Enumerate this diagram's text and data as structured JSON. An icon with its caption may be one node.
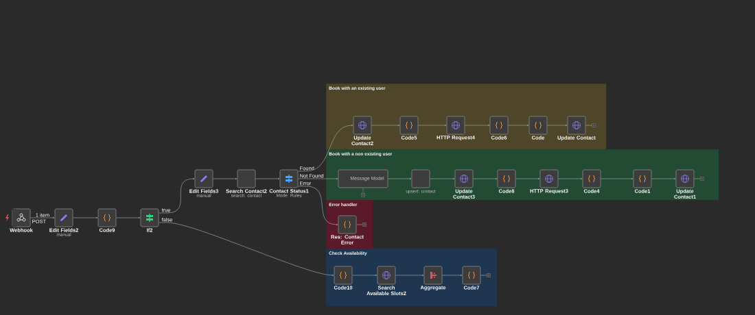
{
  "diagram": {
    "nodes": [
      {
        "text": [
          "Webhook"
        ]
      },
      {
        "text": [
          "Edit Fields2"
        ],
        "beside": [
          "manual"
        ]
      },
      {
        "text": [
          "Code9"
        ]
      },
      {
        "text": [
          "If2"
        ]
      },
      {
        "text": [
          "Edit Fields3"
        ],
        "beside": [
          "manual"
        ]
      },
      {
        "text": [
          "Search Contact2"
        ],
        "beside": [
          "search: contact"
        ]
      },
      {
        "text": [
          "Contact Status1"
        ],
        "beside": [
          "Mode: Rules"
        ]
      },
      {
        "text": [
          "Book with an existing user"
        ]
      },
      {
        "text": [
          "Update Contact2"
        ],
        "in": 7
      },
      {
        "text": [
          "Code5"
        ],
        "in": 7
      },
      {
        "text": [
          "HTTP Request4"
        ],
        "in": 7
      },
      {
        "text": [
          "Code6"
        ],
        "in": 7
      },
      {
        "text": [
          "Code"
        ],
        "in": 7
      },
      {
        "text": [
          "Update Contact"
        ],
        "in": 7
      },
      {
        "text": [
          "Book with a non existing user"
        ]
      },
      {
        "text": [
          "Message Model"
        ],
        "in": 14
      },
      {
        "text": [],
        "shape": "box",
        "beside": [
          "upsert: contact"
        ],
        "in": 14
      },
      {
        "text": [
          "Update Contact3"
        ],
        "in": 14
      },
      {
        "text": [
          "Code8"
        ],
        "in": 14
      },
      {
        "text": [
          "HTTP Request3"
        ],
        "in": 14
      },
      {
        "text": [
          "Code4"
        ],
        "in": 14
      },
      {
        "text": [
          "Code1"
        ],
        "in": 14
      },
      {
        "text": [
          "Update Contact1"
        ],
        "in": 14
      },
      {
        "text": [
          "Error handler"
        ]
      },
      {
        "text": [
          "Res: Contact Error"
        ],
        "in": 23
      },
      {
        "text": [
          "Check Availability"
        ]
      },
      {
        "text": [
          "Code10"
        ],
        "in": 25
      },
      {
        "text": [
          "Search Available Slots2"
        ],
        "in": 25
      },
      {
        "text": [
          "Aggregate"
        ],
        "in": 25
      },
      {
        "text": [
          "Code7"
        ],
        "in": 25
      }
    ],
    "edges": [
      {
        "from": 0,
        "to": 1,
        "arrow": "to",
        "label": "1 item"
      },
      {
        "from": 1,
        "to": 2,
        "arrow": "to"
      },
      {
        "from": 2,
        "to": 3,
        "arrow": "to"
      },
      {
        "from": 3,
        "to": 4,
        "arrow": "to"
      },
      {
        "from": 3,
        "to": 26,
        "arrow": "to"
      },
      {
        "from": 4,
        "to": 5,
        "arrow": "to"
      },
      {
        "from": 5,
        "to": 6,
        "arrow": "to"
      },
      {
        "from": 6,
        "to": 8,
        "arrow": "to"
      },
      {
        "from": 6,
        "to": 15,
        "arrow": "to"
      },
      {
        "from": 6,
        "to": 24,
        "arrow": "to"
      },
      {
        "from": 8,
        "to": 9,
        "arrow": "to"
      },
      {
        "from": 9,
        "to": 10,
        "arrow": "to"
      },
      {
        "from": 10,
        "to": 11,
        "arrow": "to"
      },
      {
        "from": 11,
        "to": 12,
        "arrow": "to"
      },
      {
        "from": 12,
        "to": 13,
        "arrow": "to"
      },
      {
        "from": 15,
        "to": 16,
        "arrow": "to"
      },
      {
        "from": 16,
        "to": 17,
        "arrow": "to"
      },
      {
        "from": 17,
        "to": 18,
        "arrow": "to"
      },
      {
        "from": 18,
        "to": 19,
        "arrow": "to"
      },
      {
        "from": 19,
        "to": 20,
        "arrow": "to"
      },
      {
        "from": 20,
        "to": 21,
        "arrow": "to"
      },
      {
        "from": 21,
        "to": 22,
        "arrow": "to"
      },
      {
        "from": 26,
        "to": 27,
        "arrow": "to"
      },
      {
        "from": 27,
        "to": 28,
        "arrow": "to"
      },
      {
        "from": 28,
        "to": 29,
        "arrow": "to"
      }
    ],
    "labels": [
      "POST",
      "true",
      "false",
      "Found",
      "Not Found",
      "Error"
    ]
  }
}
